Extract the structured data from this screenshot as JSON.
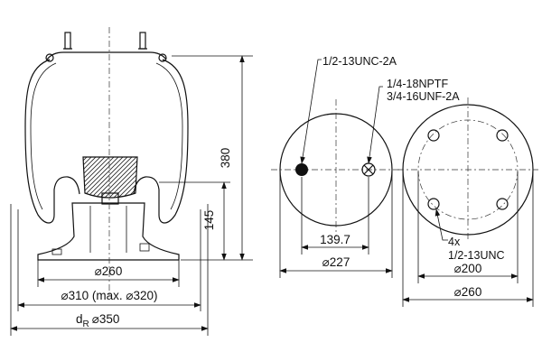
{
  "side_view": {
    "height_overall": "380",
    "height_base": "145",
    "dia_base_plate": "⌀260",
    "dia_piston": "⌀310 (max. ⌀320)",
    "dr_symbol": "d",
    "dr_subscript": "R",
    "dia_reference": "⌀350"
  },
  "top_plate_view": {
    "note_left_hole": "1/2-13UNC-2A",
    "note_right_hole_1": "1/4-18NPTF",
    "note_right_hole_2": "3/4-16UNF-2A",
    "hole_spacing": "139.7",
    "dia_top_plate": "⌀227"
  },
  "bottom_plate_view": {
    "hole_count": "4x",
    "hole_thread": "1/2-13UNC",
    "dia_bolt_circle": "⌀200",
    "dia_bottom_plate": "⌀260"
  }
}
